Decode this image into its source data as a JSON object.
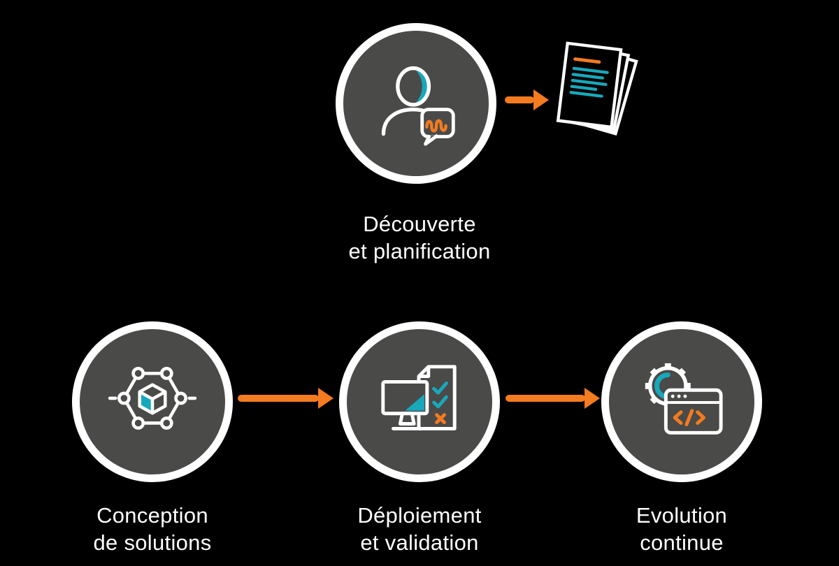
{
  "steps": [
    {
      "name": "discovery",
      "label_line1": "Découverte",
      "label_line2": "et planification",
      "icon": "person-conversation-icon"
    },
    {
      "name": "conception",
      "label_line1": "Conception",
      "label_line2": "de solutions",
      "icon": "hexagon-network-cube-icon"
    },
    {
      "name": "deployment",
      "label_line1": "Déploiement",
      "label_line2": "et validation",
      "icon": "monitor-checklist-icon"
    },
    {
      "name": "evolution",
      "label_line1": "Evolution",
      "label_line2": "continue",
      "icon": "gear-code-window-icon"
    }
  ],
  "artifacts": [
    {
      "name": "documents",
      "icon": "stacked-documents-icon"
    }
  ],
  "connections": [
    {
      "from": "discovery",
      "to": "documents"
    },
    {
      "from": "conception",
      "to": "deployment"
    },
    {
      "from": "deployment",
      "to": "evolution"
    }
  ],
  "colors": {
    "background": "#000000",
    "circle_fill": "#4A4A49",
    "circle_ring": "#FFFFFF",
    "arrow": "#F47B20",
    "accent_teal": "#18A8BC",
    "accent_orange": "#F47B20",
    "text": "#FFFFFF"
  }
}
